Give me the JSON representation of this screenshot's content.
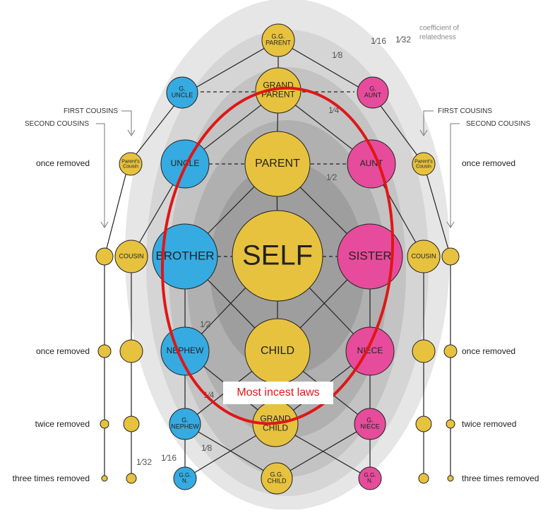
{
  "colors": {
    "yellow": "#e7c23f",
    "blue": "#35abe2",
    "pink": "#e64c9b",
    "red_outline": "#e01616",
    "ring_outer": "#e4e4e4",
    "ring_2": "#d3d3d3",
    "ring_3": "#c0c0c0",
    "ring_4": "#aaaaaa",
    "ring_5": "#999999"
  },
  "nodes": {
    "gg_parent": "G.G.\nPARENT",
    "g_uncle": "G.\nUNCLE",
    "grand_parent": "GRAND\nPARENT",
    "g_aunt": "G.\nAUNT",
    "parents_cousin_left": "Parent's\nCousin",
    "uncle": "UNCLE",
    "parent": "PARENT",
    "aunt": "AUNT",
    "parents_cousin_right": "Parent's\nCousin",
    "cousin_left": "COUSIN",
    "brother": "BROTHER",
    "self": "SELF",
    "sister": "SISTER",
    "cousin_right": "COUSIN",
    "nephew": "NEPHEW",
    "child": "CHILD",
    "niece": "NIECE",
    "g_nephew": "G.\nNEPHEW",
    "grand_child": "GRAND\nCHILD",
    "g_niece": "G.\nNIECE",
    "gg_n_left": "G.G.\nN.",
    "gg_child": "G.G.\nCHILD",
    "gg_n_right": "G.G.\nN."
  },
  "side_labels": {
    "left": [
      "once removed",
      "once removed",
      "twice removed",
      "three times removed"
    ],
    "right": [
      "once removed",
      "once removed",
      "twice removed",
      "three times removed"
    ]
  },
  "annotations": {
    "first_cousins": "FIRST COUSINS",
    "second_cousins": "SECOND COUSINS"
  },
  "fractions": {
    "one_eighth": "1⁄8",
    "one_quarter": "1⁄4",
    "one_half": "1⁄2",
    "one_sixteenth": "1⁄16",
    "one_thirty_second": "1⁄32"
  },
  "coefficient_label": "coefficient of\nrelatedness",
  "callout": "Most incest laws"
}
